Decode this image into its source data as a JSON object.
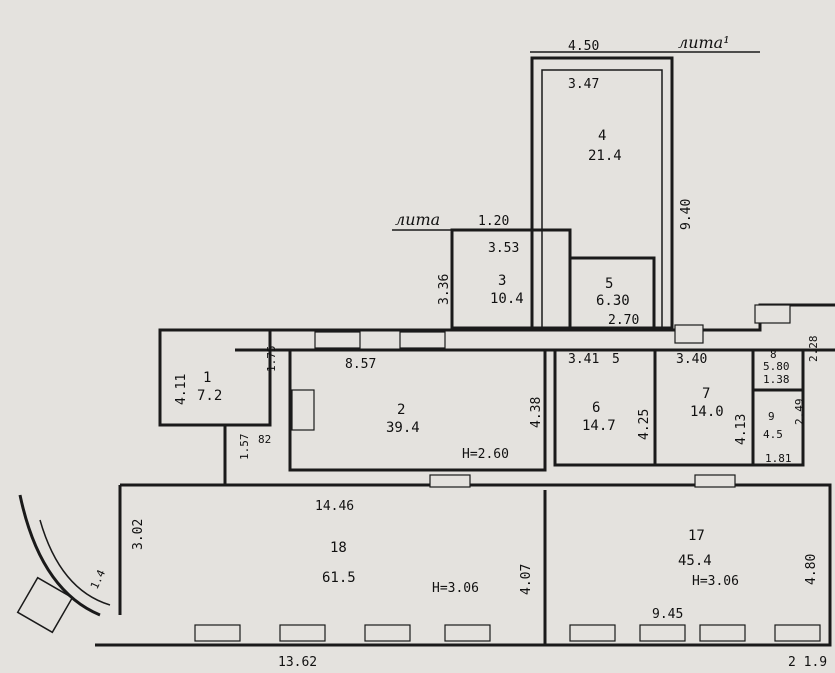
{
  "labels": {
    "lita1": "лита¹",
    "lita": "лита",
    "r4_num": "4",
    "r4_area": "21.4",
    "r3_num": "3",
    "r3_area": "10.4",
    "r5_num": "5",
    "r5_area": "6.30",
    "r1_num": "1",
    "r1_area": "7.2",
    "r2_num": "2",
    "r2_area": "39.4",
    "r6_num": "6",
    "r6_area": "14.7",
    "r7_num": "7",
    "r7_area": "14.0",
    "r8_num": "8",
    "r8_area": "5.80",
    "r9_num": "9",
    "r9_area": "4.5",
    "r17_num": "17",
    "r17_area": "45.4",
    "r18_num": "18",
    "r18_area": "61.5",
    "d_450": "4.50",
    "d_347": "3.47",
    "d_940": "9.40",
    "d_120": "1.20",
    "d_353": "3.53",
    "d_336": "3.36",
    "d_270": "2.70",
    "d_857": "8.57",
    "d_341": "3.41",
    "d_5": "5",
    "d_340": "3.40",
    "d_411": "4.11",
    "d_175": "1.75",
    "d_438": "4.38",
    "d_425": "4.25",
    "d_413": "4.13",
    "d_138": "1.38",
    "d_228": "2.28",
    "d_249": "2.49",
    "d_157": "1.57",
    "d_82": "82",
    "d_181": "1.81",
    "d_1446": "14.46",
    "d_302": "3.02",
    "d_407": "4.07",
    "d_480": "4.80",
    "d_945": "9.45",
    "d_1362": "13.62",
    "d_219": "2 1.9",
    "d_h260": "H=2.60",
    "d_h306a": "H=3.06",
    "d_h306b": "H=3.06",
    "d_curve": "1.4"
  }
}
